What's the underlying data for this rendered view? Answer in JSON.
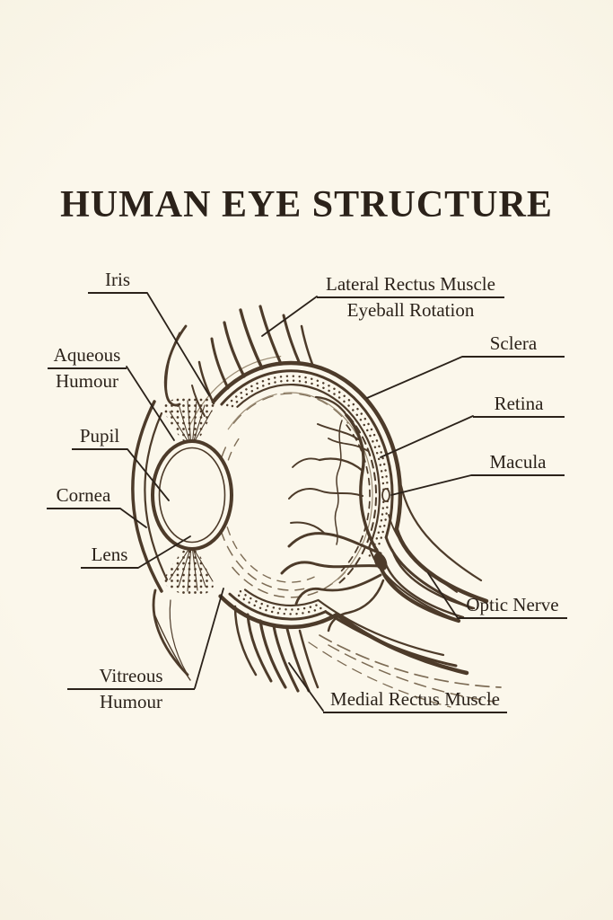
{
  "title": "HUMAN EYE STRUCTURE",
  "colors": {
    "background": "#fbf7eb",
    "ink": "#4d3b2a",
    "text": "#2b221a"
  },
  "labels": [
    {
      "name": "iris",
      "text": "Iris"
    },
    {
      "name": "aqueous-humour",
      "line1": "Aqueous",
      "line2": "Humour"
    },
    {
      "name": "pupil",
      "text": "Pupil"
    },
    {
      "name": "cornea",
      "text": "Cornea"
    },
    {
      "name": "lens",
      "text": "Lens"
    },
    {
      "name": "vitreous-humour",
      "line1": "Vitreous",
      "line2": "Humour"
    },
    {
      "name": "medial-rectus-muscle",
      "text": "Medial Rectus Muscle"
    },
    {
      "name": "optic-nerve",
      "text": "Optic Nerve"
    },
    {
      "name": "macula",
      "text": "Macula"
    },
    {
      "name": "retina",
      "text": "Retina"
    },
    {
      "name": "sclera",
      "text": "Sclera"
    },
    {
      "name": "lateral-rectus-muscle",
      "line1": "Lateral Rectus Muscle",
      "line2": "Eyeball Rotation"
    }
  ]
}
